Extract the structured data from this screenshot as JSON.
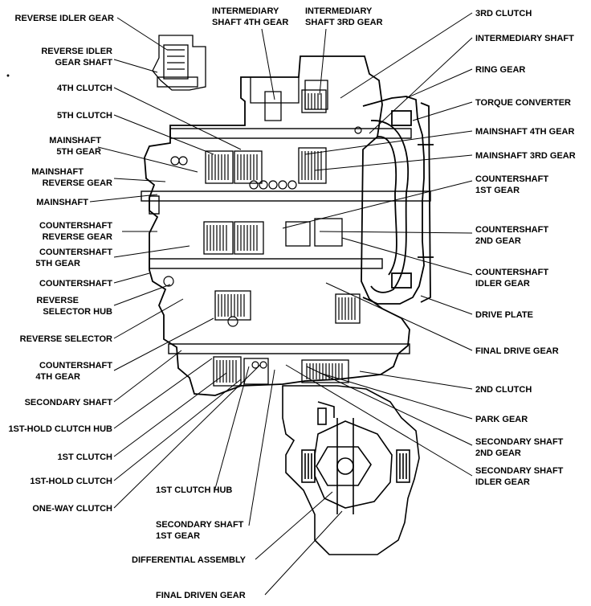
{
  "labels_left": [
    {
      "id": "reverse-idler-gear",
      "lines": [
        "REVERSE IDLER GEAR"
      ]
    },
    {
      "id": "reverse-idler-gear-shaft",
      "lines": [
        "REVERSE IDLER",
        "GEAR SHAFT"
      ]
    },
    {
      "id": "4th-clutch",
      "lines": [
        "4TH CLUTCH"
      ]
    },
    {
      "id": "5th-clutch",
      "lines": [
        "5TH CLUTCH"
      ]
    },
    {
      "id": "mainshaft-5th-gear",
      "lines": [
        "MAINSHAFT",
        "5TH GEAR"
      ]
    },
    {
      "id": "mainshaft-reverse-gear",
      "lines": [
        "MAINSHAFT",
        "REVERSE GEAR"
      ]
    },
    {
      "id": "mainshaft",
      "lines": [
        "MAINSHAFT"
      ]
    },
    {
      "id": "countershaft-reverse-gear",
      "lines": [
        "COUNTERSHAFT",
        "REVERSE GEAR"
      ]
    },
    {
      "id": "countershaft-5th-gear",
      "lines": [
        "COUNTERSHAFT",
        "5TH GEAR"
      ]
    },
    {
      "id": "countershaft",
      "lines": [
        "COUNTERSHAFT"
      ]
    },
    {
      "id": "reverse-selector-hub",
      "lines": [
        "REVERSE",
        "SELECTOR HUB"
      ]
    },
    {
      "id": "reverse-selector",
      "lines": [
        "REVERSE SELECTOR"
      ]
    },
    {
      "id": "countershaft-4th-gear",
      "lines": [
        "COUNTERSHAFT",
        "4TH GEAR"
      ]
    },
    {
      "id": "secondary-shaft",
      "lines": [
        "SECONDARY SHAFT"
      ]
    },
    {
      "id": "1st-hold-clutch-hub",
      "lines": [
        "1ST-HOLD CLUTCH HUB"
      ]
    },
    {
      "id": "1st-clutch",
      "lines": [
        "1ST CLUTCH"
      ]
    },
    {
      "id": "1st-hold-clutch",
      "lines": [
        "1ST-HOLD CLUTCH"
      ]
    },
    {
      "id": "one-way-clutch",
      "lines": [
        "ONE-WAY CLUTCH"
      ]
    }
  ],
  "labels_top": [
    {
      "id": "intermediary-shaft-4th-gear",
      "lines": [
        "INTERMEDIARY",
        "SHAFT 4TH GEAR"
      ]
    },
    {
      "id": "intermediary-shaft-3rd-gear",
      "lines": [
        "INTERMEDIARY",
        "SHAFT 3RD GEAR"
      ]
    }
  ],
  "labels_right": [
    {
      "id": "3rd-clutch",
      "lines": [
        "3RD CLUTCH"
      ]
    },
    {
      "id": "intermediary-shaft",
      "lines": [
        "INTERMEDIARY SHAFT"
      ]
    },
    {
      "id": "ring-gear",
      "lines": [
        "RING GEAR"
      ]
    },
    {
      "id": "torque-converter",
      "lines": [
        "TORQUE CONVERTER"
      ]
    },
    {
      "id": "mainshaft-4th-gear",
      "lines": [
        "MAINSHAFT 4TH GEAR"
      ]
    },
    {
      "id": "mainshaft-3rd-gear",
      "lines": [
        "MAINSHAFT 3RD GEAR"
      ]
    },
    {
      "id": "countershaft-1st-gear",
      "lines": [
        "COUNTERSHAFT",
        "1ST GEAR"
      ]
    },
    {
      "id": "countershaft-2nd-gear",
      "lines": [
        "COUNTERSHAFT",
        "2ND GEAR"
      ]
    },
    {
      "id": "countershaft-idler-gear",
      "lines": [
        "COUNTERSHAFT",
        "IDLER GEAR"
      ]
    },
    {
      "id": "drive-plate",
      "lines": [
        "DRIVE PLATE"
      ]
    },
    {
      "id": "final-drive-gear",
      "lines": [
        "FINAL DRIVE GEAR"
      ]
    },
    {
      "id": "2nd-clutch",
      "lines": [
        "2ND CLUTCH"
      ]
    },
    {
      "id": "park-gear",
      "lines": [
        "PARK GEAR"
      ]
    },
    {
      "id": "secondary-shaft-2nd-gear",
      "lines": [
        "SECONDARY SHAFT",
        "2ND GEAR"
      ]
    },
    {
      "id": "secondary-shaft-idler-gear",
      "lines": [
        "SECONDARY SHAFT",
        "IDLER GEAR"
      ]
    }
  ],
  "labels_bottom": [
    {
      "id": "1st-clutch-hub",
      "lines": [
        "1ST CLUTCH HUB"
      ]
    },
    {
      "id": "secondary-shaft-1st-gear",
      "lines": [
        "SECONDARY SHAFT",
        "1ST GEAR"
      ]
    },
    {
      "id": "differential-assembly",
      "lines": [
        "DIFFERENTIAL ASSEMBLY"
      ]
    },
    {
      "id": "final-driven-gear",
      "lines": [
        "FINAL DRIVEN GEAR"
      ]
    }
  ]
}
